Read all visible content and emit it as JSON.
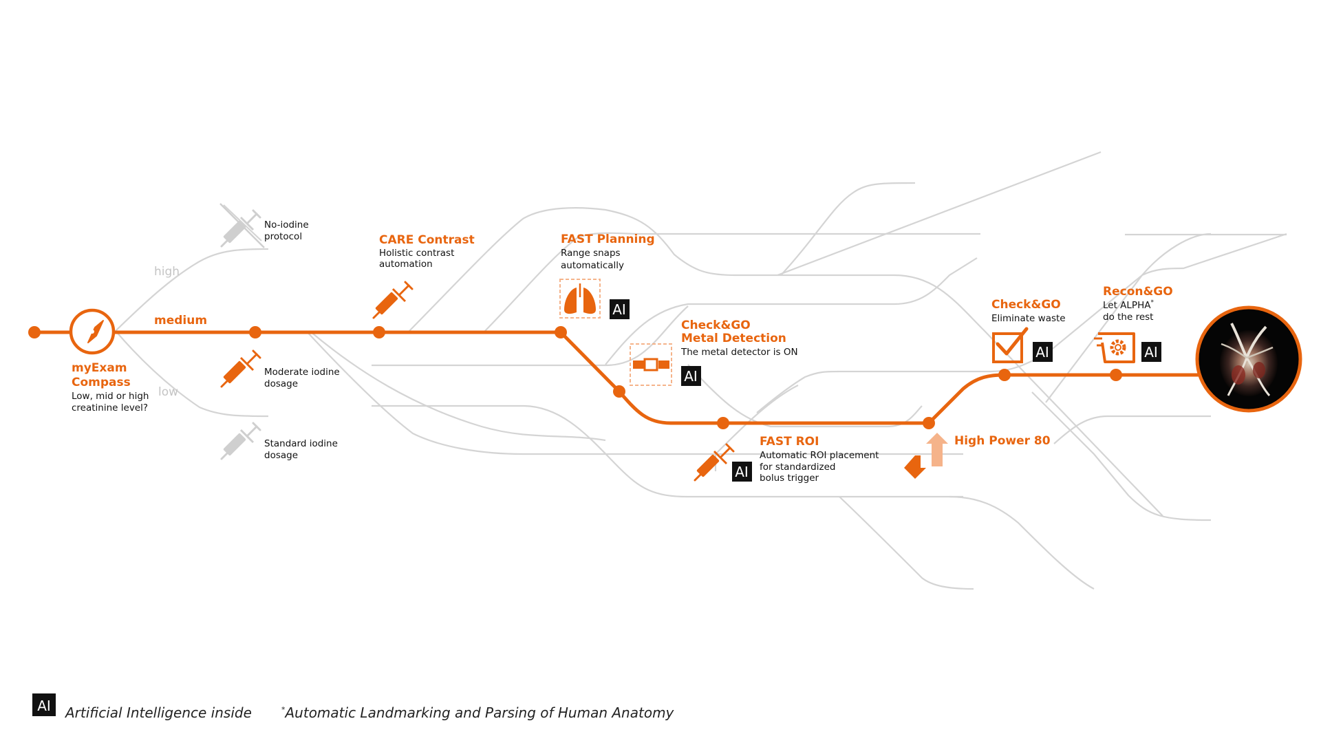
{
  "colors": {
    "accent": "#e8650f",
    "track": "#d4d4d4",
    "light_accent": "#f5b38a",
    "badge": "#111111"
  },
  "branches": {
    "high": "high",
    "medium": "medium",
    "low": "low"
  },
  "stations": {
    "myexam": {
      "title_1": "myExam",
      "title_2": "Compass",
      "desc_1": "Low, mid or high",
      "desc_2": "creatinine level?",
      "icon": "compass-icon"
    },
    "no_iodine": {
      "desc_1": "No-iodine",
      "desc_2": "protocol",
      "icon": "syringe-crossed-icon"
    },
    "moderate_iodine": {
      "desc_1": "Moderate iodine",
      "desc_2": "dosage",
      "icon": "syringe-icon"
    },
    "standard_iodine": {
      "desc_1": "Standard iodine",
      "desc_2": "dosage",
      "icon": "syringe-icon"
    },
    "care_contrast": {
      "title": "CARE Contrast",
      "desc_1": "Holistic contrast",
      "desc_2": "automation",
      "icon": "syringe-icon"
    },
    "fast_planning": {
      "title": "FAST Planning",
      "desc_1": "Range snaps",
      "desc_2": "automatically",
      "icon": "lungs-icon",
      "badge": "AI"
    },
    "metal_detection": {
      "title_1": "Check&GO",
      "title_2": "Metal Detection",
      "desc": "The metal detector is ON",
      "icon": "metal-belt-icon",
      "badge": "AI"
    },
    "fast_roi": {
      "title": "FAST ROI",
      "desc_1": "Automatic ROI placement",
      "desc_2": "for standardized",
      "desc_3": "bolus trigger",
      "icon": "syringe-icon",
      "badge": "AI"
    },
    "high_power": {
      "title": "High Power 80",
      "icon": "up-down-arrows-icon"
    },
    "check_go": {
      "title": "Check&GO",
      "desc": "Eliminate waste",
      "icon": "checkbox-icon",
      "badge": "AI"
    },
    "recon_go": {
      "title": "Recon&GO",
      "desc_1": "Let ALPHA",
      "desc_1_sup": "*",
      "desc_2": "do the rest",
      "icon": "gear-card-icon",
      "badge": "AI"
    }
  },
  "legend": {
    "badge": "AI",
    "ai_text": "Artificial Intelligence inside",
    "footnote_mark": "*",
    "footnote_text": "Automatic Landmarking and Parsing of Human Anatomy"
  }
}
